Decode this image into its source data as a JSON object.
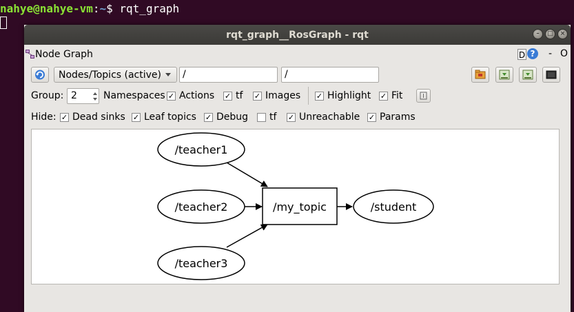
{
  "terminal": {
    "user_host": "nahye@nahye-vm",
    "sep": ":",
    "path": "~",
    "prompt": "$ ",
    "command": "rqt_graph"
  },
  "window": {
    "title": "rqt_graph__RosGraph - rqt"
  },
  "plugin": {
    "title": "Node Graph",
    "help_d": "D",
    "help_q": "?",
    "dash": "-",
    "close": "O"
  },
  "toolbar": {
    "mode_selected": "Nodes/Topics (active)",
    "filter_1": "/",
    "filter_2": "/"
  },
  "options": {
    "group_label": "Group:",
    "group_value": "2",
    "namespaces_label": "Namespaces",
    "actions_label": "Actions",
    "tf_label": "tf",
    "images_label": "Images",
    "highlight_label": "Highlight",
    "fit_label": "Fit",
    "namespaces_checked": "✓",
    "actions_checked": "✓",
    "tf_checked": "✓",
    "images_checked": "✓",
    "highlight_checked": "✓",
    "fit_checked": "✓"
  },
  "hide": {
    "label": "Hide:",
    "dead_sinks_label": "Dead sinks",
    "leaf_topics_label": "Leaf topics",
    "debug_label": "Debug",
    "tf_label": "tf",
    "unreachable_label": "Unreachable",
    "params_label": "Params",
    "dead_sinks_checked": "✓",
    "leaf_topics_checked": "✓",
    "debug_checked": "✓",
    "tf_checked": "",
    "unreachable_checked": "✓",
    "params_checked": "✓"
  },
  "graph": {
    "nodes": [
      "/teacher1",
      "/teacher2",
      "/teacher3",
      "/student"
    ],
    "topic": "/my_topic"
  },
  "colors": {
    "terminal_bg": "#300a24",
    "user_green": "#8ae234",
    "path_blue": "#729fcf"
  }
}
